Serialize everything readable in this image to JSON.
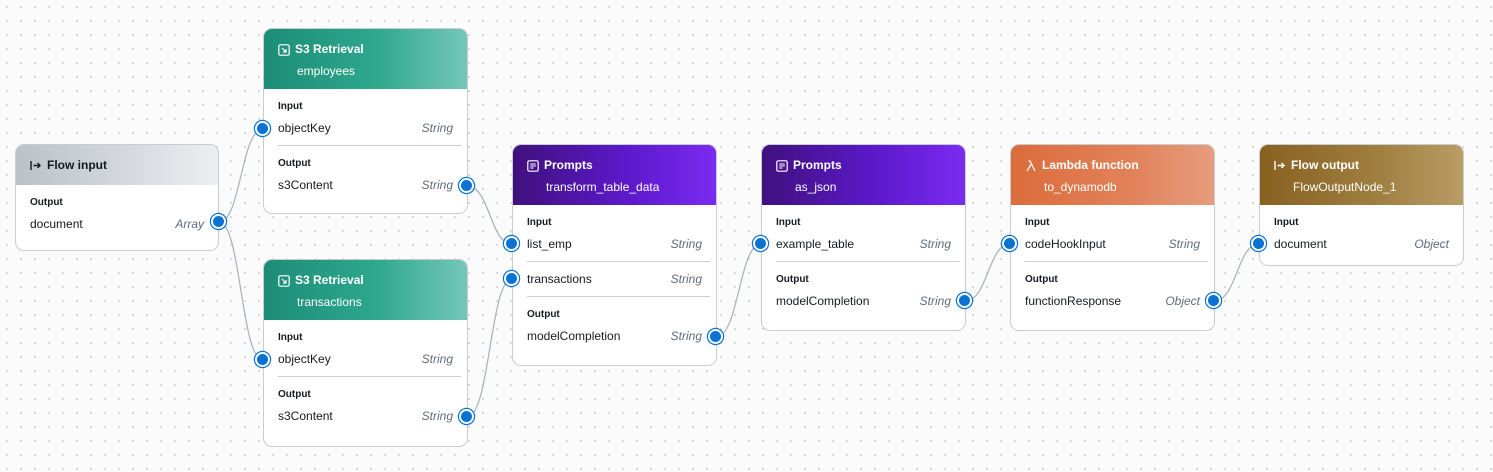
{
  "nodes": {
    "flow_input": {
      "type_label": "Flow input",
      "output_label": "Output",
      "outputs": [
        {
          "name": "document",
          "type": "Array"
        }
      ]
    },
    "s3_employees": {
      "type_label": "S3 Retrieval",
      "name": "employees",
      "input_label": "Input",
      "inputs": [
        {
          "name": "objectKey",
          "type": "String"
        }
      ],
      "output_label": "Output",
      "outputs": [
        {
          "name": "s3Content",
          "type": "String"
        }
      ]
    },
    "s3_transactions": {
      "type_label": "S3 Retrieval",
      "name": "transactions",
      "input_label": "Input",
      "inputs": [
        {
          "name": "objectKey",
          "type": "String"
        }
      ],
      "output_label": "Output",
      "outputs": [
        {
          "name": "s3Content",
          "type": "String"
        }
      ]
    },
    "prompt_transform": {
      "type_label": "Prompts",
      "name": "transform_table_data",
      "input_label": "Input",
      "inputs": [
        {
          "name": "list_emp",
          "type": "String"
        },
        {
          "name": "transactions",
          "type": "String"
        }
      ],
      "output_label": "Output",
      "outputs": [
        {
          "name": "modelCompletion",
          "type": "String"
        }
      ]
    },
    "prompt_json": {
      "type_label": "Prompts",
      "name": "as_json",
      "input_label": "Input",
      "inputs": [
        {
          "name": "example_table",
          "type": "String"
        }
      ],
      "output_label": "Output",
      "outputs": [
        {
          "name": "modelCompletion",
          "type": "String"
        }
      ]
    },
    "lambda": {
      "type_label": "Lambda function",
      "name": "to_dynamodb",
      "input_label": "Input",
      "inputs": [
        {
          "name": "codeHookInput",
          "type": "String"
        }
      ],
      "output_label": "Output",
      "outputs": [
        {
          "name": "functionResponse",
          "type": "Object"
        }
      ]
    },
    "flow_output": {
      "type_label": "Flow output",
      "name": "FlowOutputNode_1",
      "input_label": "Input",
      "inputs": [
        {
          "name": "document",
          "type": "Object"
        }
      ]
    }
  },
  "connections": [
    {
      "from": "Flow input.document",
      "to": "employees.objectKey"
    },
    {
      "from": "Flow input.document",
      "to": "transactions.objectKey"
    },
    {
      "from": "employees.s3Content",
      "to": "transform_table_data.list_emp"
    },
    {
      "from": "transactions.s3Content",
      "to": "transform_table_data.transactions"
    },
    {
      "from": "transform_table_data.modelCompletion",
      "to": "as_json.example_table"
    },
    {
      "from": "as_json.modelCompletion",
      "to": "to_dynamodb.codeHookInput"
    },
    {
      "from": "to_dynamodb.functionResponse",
      "to": "FlowOutputNode_1.document"
    }
  ],
  "colors": {
    "s3_header": "#2ea78d",
    "prompt_header": "#5b19c9",
    "lambda_header": "#e1825a",
    "flow_output_header": "#a08042",
    "flow_input_header": "#d5d9de",
    "port": "#0972d3",
    "edge": "#aab0b7"
  },
  "icons": {
    "flow_input": "arrow-into-bar-icon",
    "s3": "download-box-icon",
    "prompts": "document-lines-icon",
    "lambda": "lambda-icon",
    "flow_output": "arrow-into-bar-icon"
  }
}
